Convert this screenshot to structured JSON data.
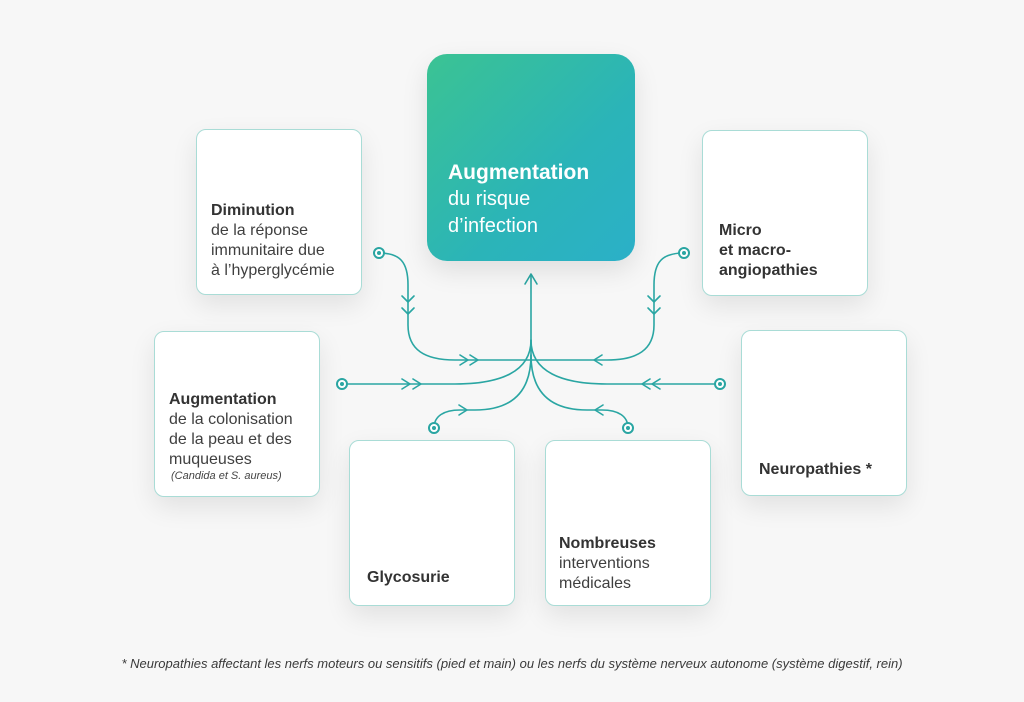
{
  "center": {
    "title": "Augmentation",
    "line1": "du risque",
    "line2": "d’infection"
  },
  "boxes": {
    "immune": {
      "bold": "Diminution",
      "lines": [
        "de la réponse",
        "immunitaire due",
        "à l’hyperglycémie"
      ]
    },
    "angio": {
      "bold": [
        "Micro",
        "et macro-",
        "angiopathies"
      ]
    },
    "colonisation": {
      "bold": "Augmentation",
      "lines": [
        "de la colonisation",
        "de la peau et des",
        "muqueuses"
      ],
      "note": "(Candida et S. aureus)"
    },
    "neuro": {
      "bold": "Neuropathies *"
    },
    "glycosurie": {
      "bold": "Glycosurie"
    },
    "interventions": {
      "bold": "Nombreuses",
      "lines": [
        "interventions",
        "médicales"
      ]
    }
  },
  "footnote": "* Neuropathies affectant les nerfs moteurs ou sensitifs (pied et main) ou les nerfs du système nerveux autonome (système digestif, rein)",
  "colors": {
    "teal": "#2aa6a3",
    "box_border": "#a9dcd6",
    "gradient_start": "#3bc393",
    "gradient_end": "#2bb0c8"
  }
}
